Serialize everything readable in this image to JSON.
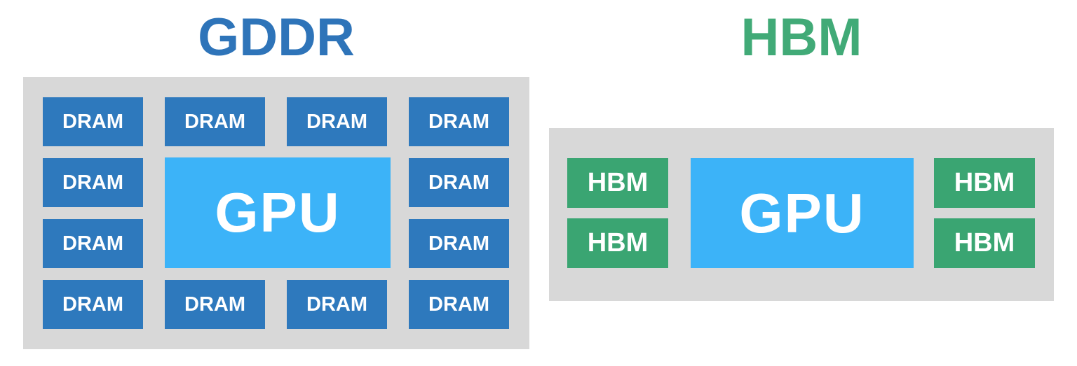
{
  "diagram": {
    "left": {
      "title": "GDDR",
      "gpu_label": "GPU",
      "memory_chip_count": 12,
      "memory_labels": [
        "DRAM",
        "DRAM",
        "DRAM",
        "DRAM",
        "DRAM",
        "DRAM",
        "DRAM",
        "DRAM",
        "DRAM",
        "DRAM",
        "DRAM",
        "DRAM"
      ]
    },
    "right": {
      "title": "HBM",
      "gpu_label": "GPU",
      "memory_chip_count": 4,
      "memory_labels": [
        "HBM",
        "HBM",
        "HBM",
        "HBM"
      ]
    },
    "colors": {
      "panel_bg": "#D8D8D8",
      "dram_fill": "#2E79BD",
      "hbm_fill": "#3AA572",
      "gpu_fill": "#3CB3F8",
      "gddr_title_color": "#2E74B9",
      "hbm_title_color": "#41AA77",
      "label_color": "#FFFFFF"
    }
  }
}
